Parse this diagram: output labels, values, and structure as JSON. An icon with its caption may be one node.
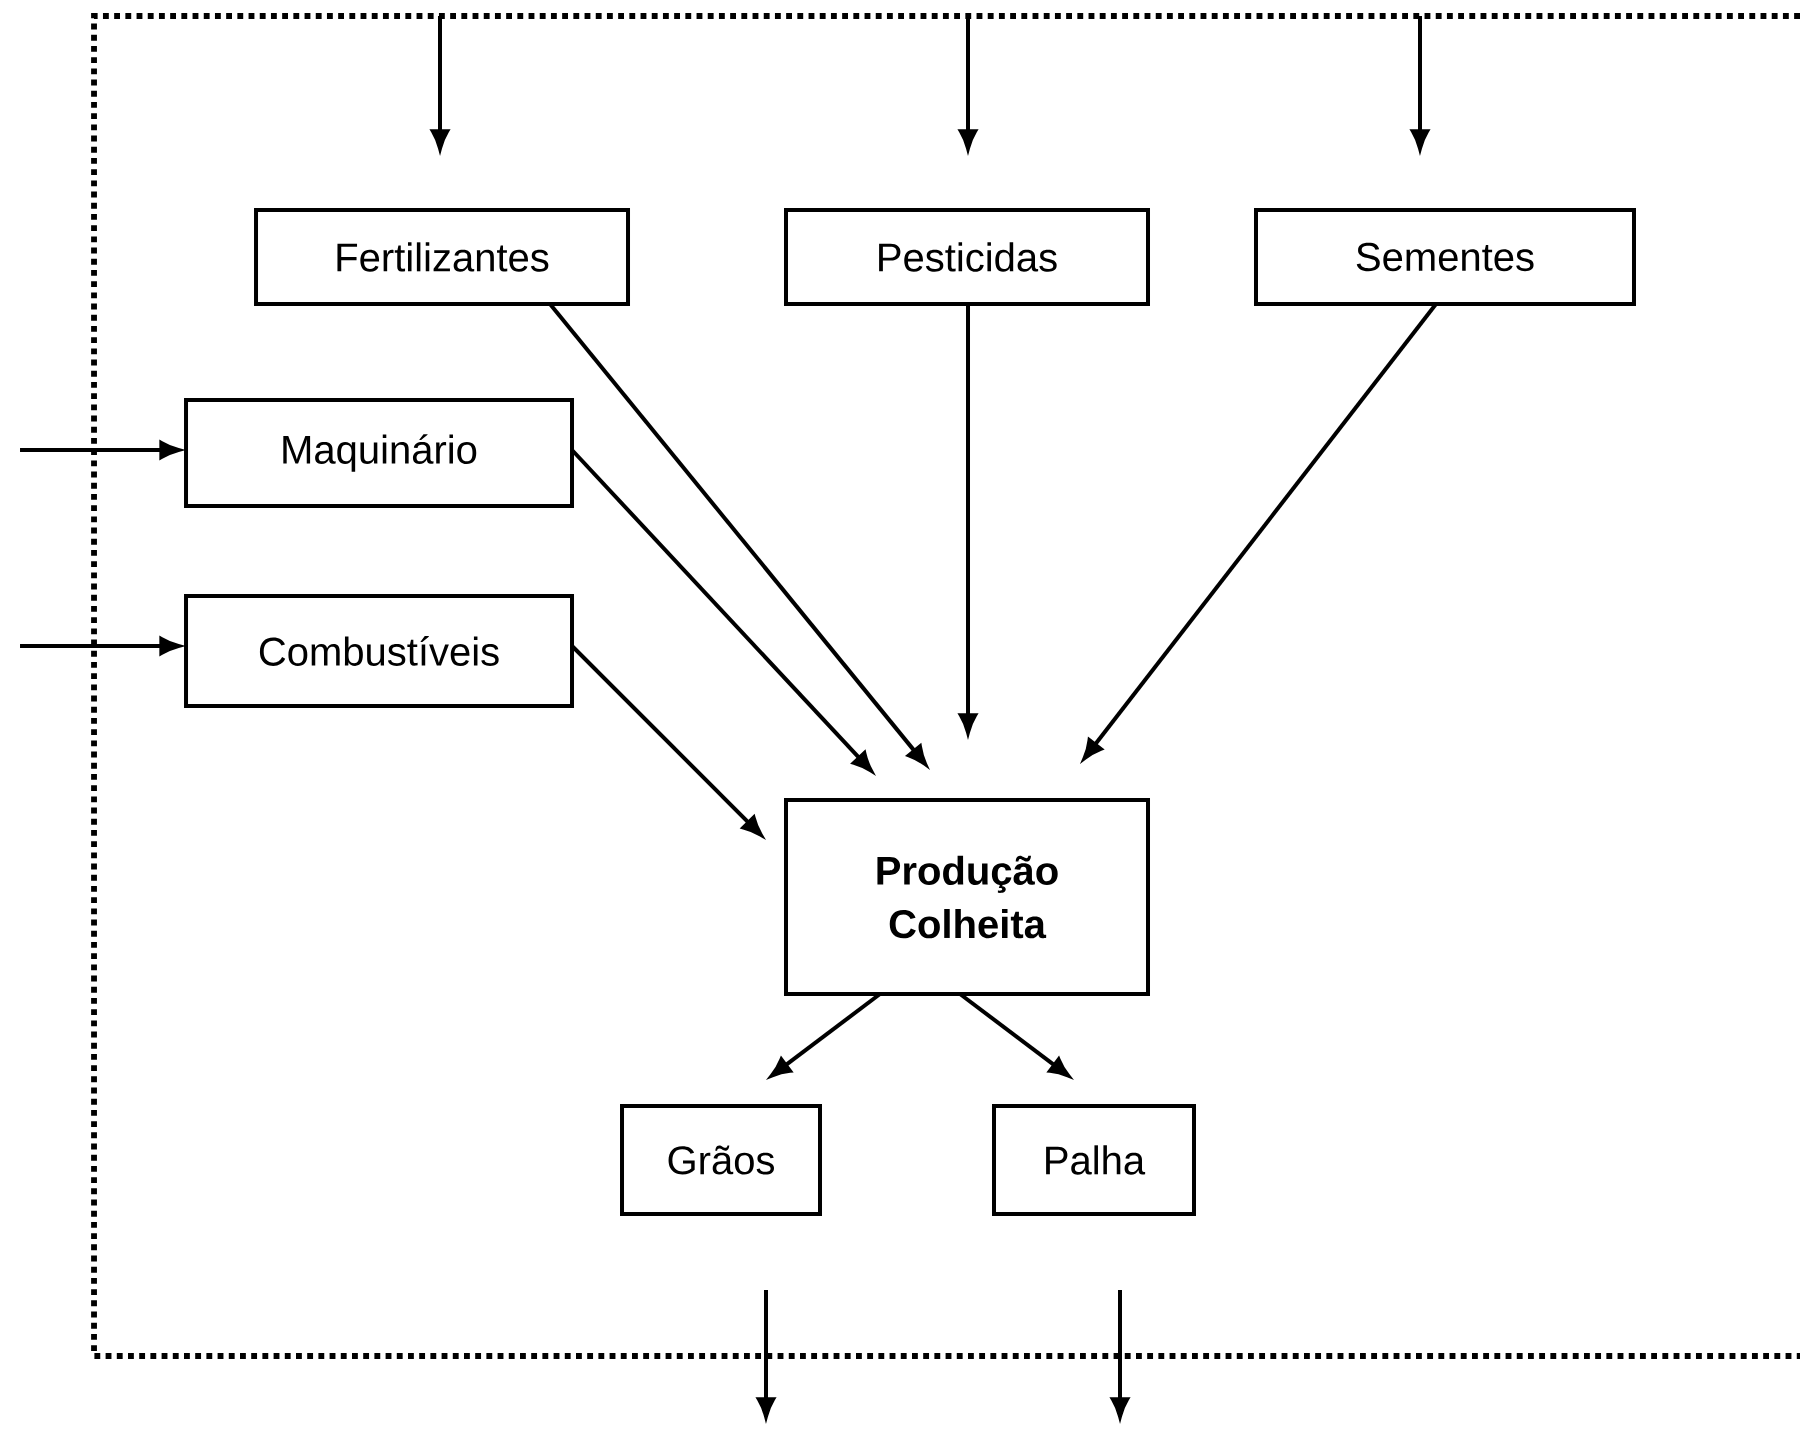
{
  "diagram": {
    "nodes": [
      {
        "text": [
          "Fertilizantes"
        ]
      },
      {
        "text": [
          "Pesticidas"
        ]
      },
      {
        "text": [
          "Sementes"
        ]
      },
      {
        "text": [
          "Maquinário"
        ]
      },
      {
        "text": [
          "Combustíveis"
        ]
      },
      {
        "text": [
          "Produção Colheita"
        ]
      },
      {
        "text": [
          "Grãos"
        ]
      },
      {
        "text": [
          "Palha"
        ]
      }
    ],
    "edges": [
      {
        "from": null,
        "to": 3,
        "arrow": "to"
      },
      {
        "from": null,
        "to": 4,
        "arrow": "to"
      },
      {
        "from": 0,
        "to": 5,
        "arrow": "to"
      },
      {
        "from": 1,
        "to": 5,
        "arrow": "to"
      },
      {
        "from": 2,
        "to": 5,
        "arrow": "to"
      },
      {
        "from": 3,
        "to": 5,
        "arrow": "to"
      },
      {
        "from": 4,
        "to": 5,
        "arrow": "to"
      },
      {
        "from": 5,
        "to": 6,
        "arrow": "to"
      },
      {
        "from": 5,
        "to": 7,
        "arrow": "to"
      }
    ]
  }
}
